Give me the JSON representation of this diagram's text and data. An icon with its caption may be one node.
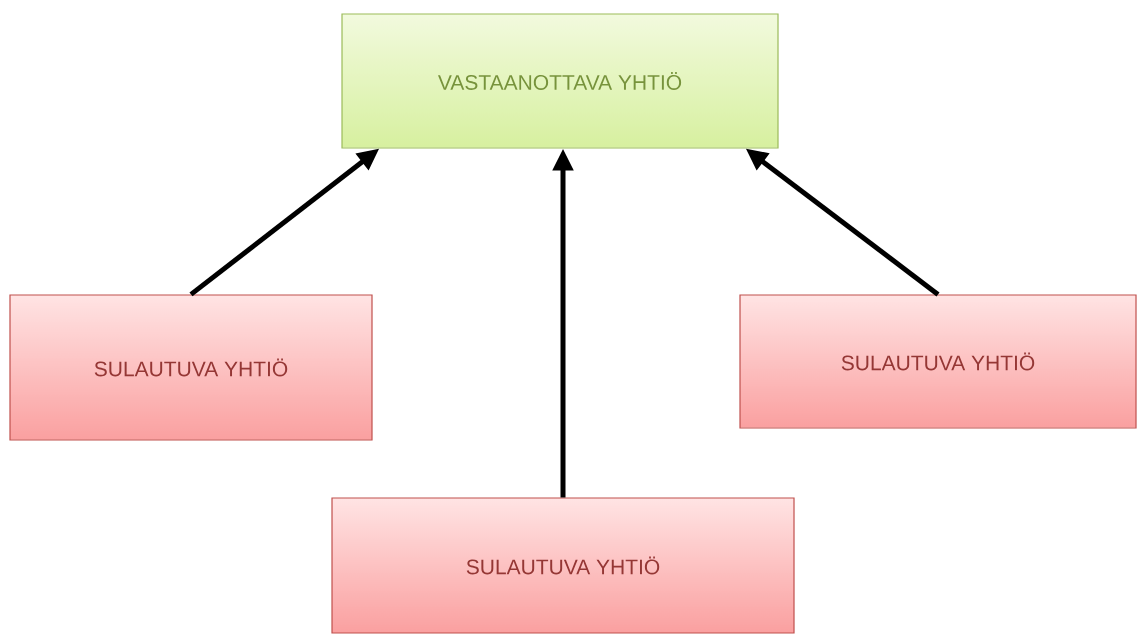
{
  "diagram": {
    "nodes": [
      {
        "text": [
          "VASTAANOTTAVA  YHTIÖ"
        ]
      },
      {
        "text": [
          "SULAUTUVA YHTIÖ"
        ]
      },
      {
        "text": [
          "SULAUTUVA YHTIÖ"
        ]
      },
      {
        "text": [
          "SULAUTUVA YHTIÖ"
        ]
      }
    ],
    "edges": [
      {
        "from": 1,
        "to": 0,
        "arrow": "to"
      },
      {
        "from": 3,
        "to": 0,
        "arrow": "to"
      },
      {
        "from": 2,
        "to": 0,
        "arrow": "to"
      }
    ]
  }
}
